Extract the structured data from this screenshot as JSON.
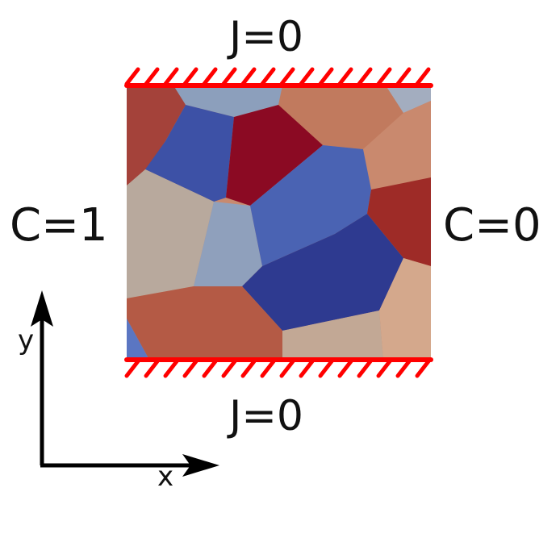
{
  "boundary_conditions": {
    "top": "J=0",
    "bottom": "J=0",
    "left": "C=1",
    "right": "C=0"
  },
  "axes": {
    "x_label": "x",
    "y_label": "y"
  },
  "colors": {
    "boundary_line": "#ff0000",
    "axis_arrow": "#000000",
    "grain_palette": [
      "#a4423a",
      "#3d51a6",
      "#8b0a23",
      "#b8a99d",
      "#c17a5e",
      "#8c9fbc",
      "#2e3a90",
      "#4a63b3",
      "#b45a45",
      "#c9896e"
    ]
  }
}
